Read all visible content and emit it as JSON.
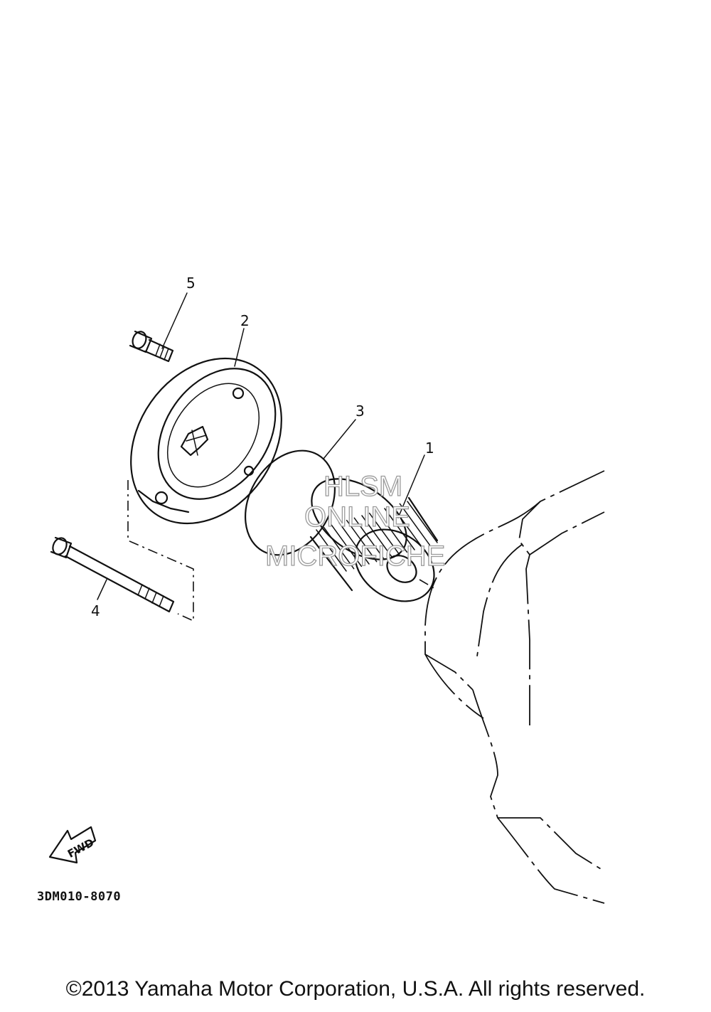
{
  "diagram": {
    "callouts": {
      "c1": "1",
      "c2": "2",
      "c3": "3",
      "c4": "4",
      "c5": "5"
    },
    "fwd_label": "FWD",
    "part_code": "3DM010-8070",
    "watermark": [
      "HLSM",
      "ONLINE",
      "MICROFICHE"
    ],
    "copyright": "©2013 Yamaha Motor Corporation, U.S.A. All rights reserved."
  }
}
